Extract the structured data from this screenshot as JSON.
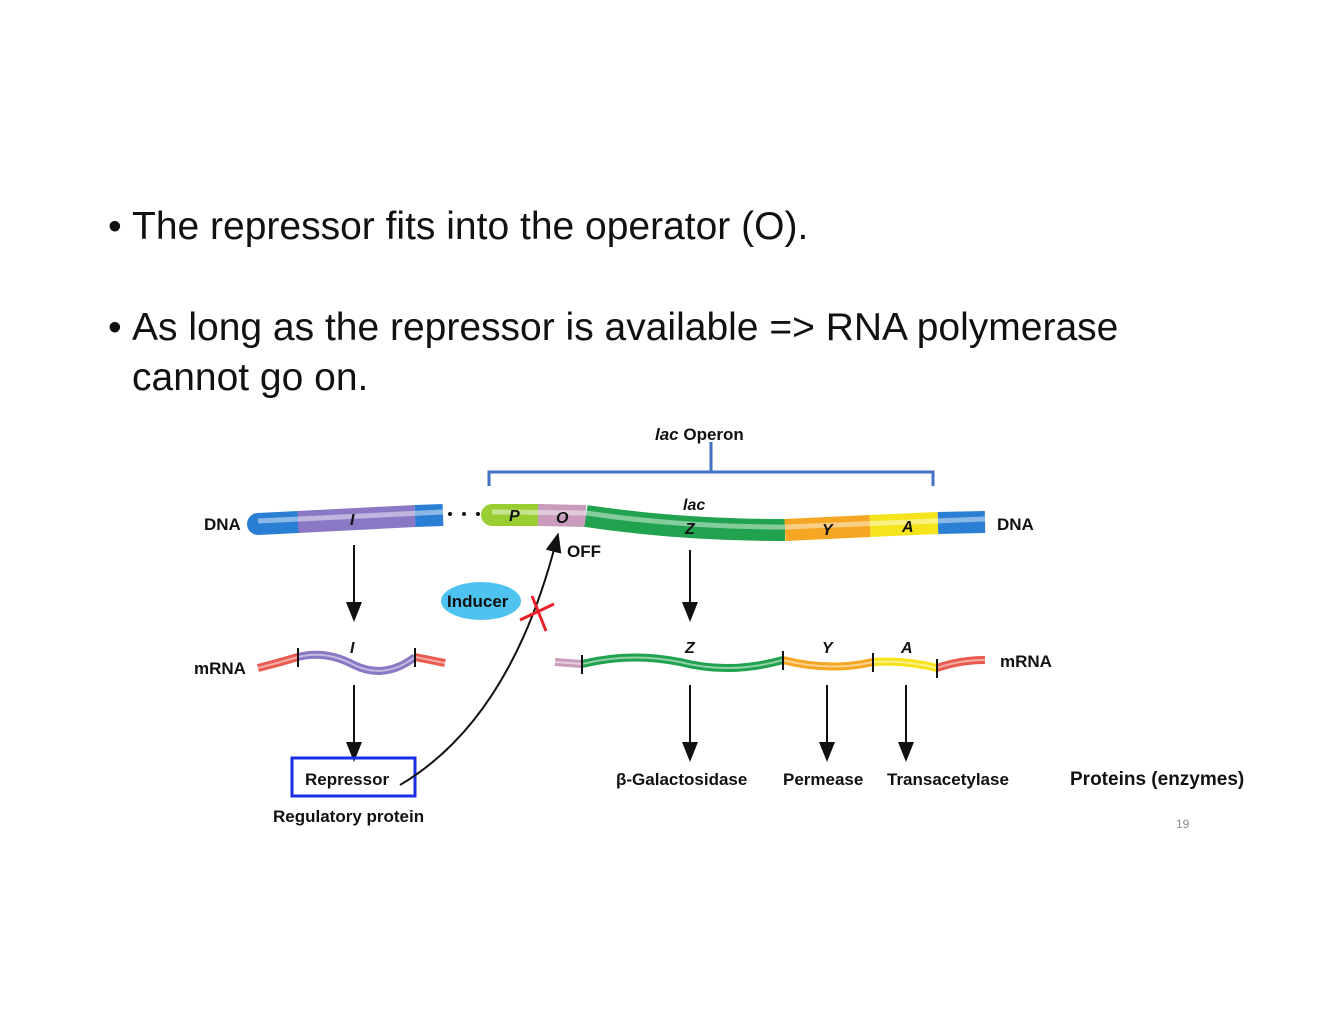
{
  "bullets": [
    {
      "symbol": "•",
      "text": "The repressor fits into the operator (O)."
    },
    {
      "symbol": "•",
      "text": "As long as the repressor is available => RNA polymerase cannot go on."
    }
  ],
  "diagram": {
    "title_italic": "lac",
    "title_rest": " Operon",
    "dna_left": "DNA",
    "dna_right": "DNA",
    "mrna_left": "mRNA",
    "mrna_right": "mRNA",
    "genes": {
      "I": "I",
      "P": "P",
      "O": "O",
      "lac": "lac",
      "Z": "Z",
      "Y": "Y",
      "A": "A"
    },
    "off_label": "OFF",
    "inducer": "Inducer",
    "repressor": "Repressor",
    "regulatory_protein": "Regulatory protein",
    "proteins": [
      "β-Galactosidase",
      "Permease",
      "Transacetylase"
    ],
    "proteins_label": "Proteins (enzymes)",
    "colors": {
      "blue": "#2a7fd4",
      "purple": "#8a78c4",
      "lightgreen": "#9acd32",
      "pink": "#c99bbd",
      "green": "#21a24e",
      "orange": "#f5a623",
      "yellow": "#f5e31c",
      "red": "#ea5a4f",
      "bracket": "#4472c4",
      "box": "#1a2ee8",
      "inducer": "#4fc3f0"
    }
  },
  "page_number": "19"
}
